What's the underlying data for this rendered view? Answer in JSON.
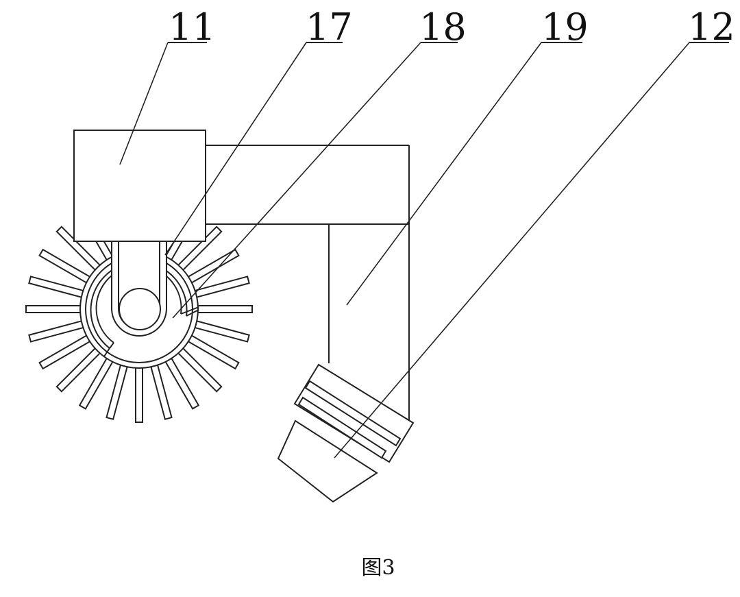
{
  "figure": {
    "labels": [
      "11",
      "17",
      "18",
      "19",
      "12"
    ],
    "caption": "图3"
  },
  "colors": {
    "line": "#222222",
    "background": "#ffffff"
  }
}
